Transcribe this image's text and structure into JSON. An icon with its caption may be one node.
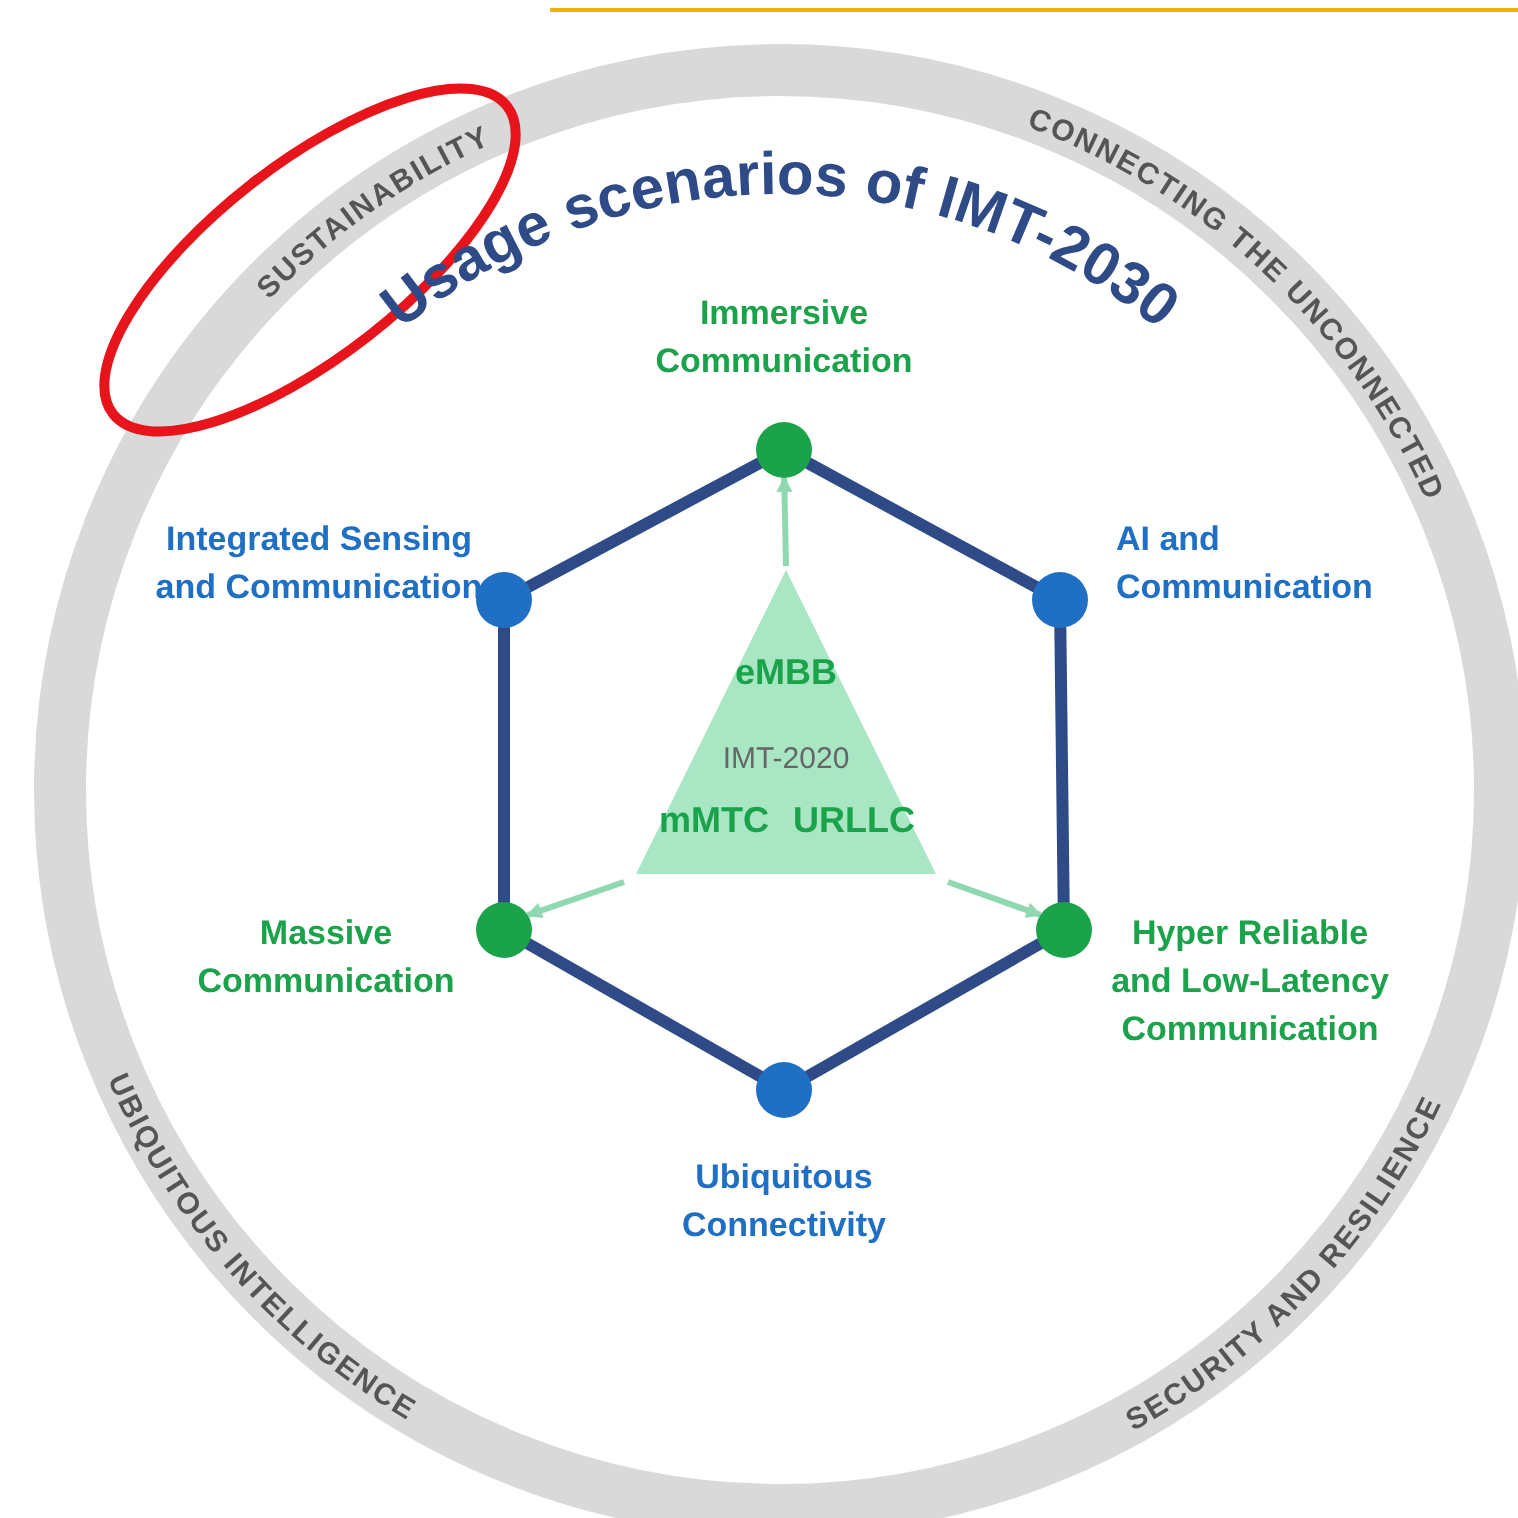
{
  "diagram": {
    "title": "Usage scenarios of IMT-2030",
    "nodes": [
      {
        "text": [
          "SUSTAINABILITY",
          "CONNECTING THE UNCONNECTED",
          "UBIQUITOUS INTELLIGENCE",
          "SECURITY AND RESILIENCE"
        ]
      },
      {
        "text": [
          "Immersive Communication"
        ],
        "in": 0
      },
      {
        "text": [
          "AI and Communication"
        ],
        "in": 0
      },
      {
        "text": [
          "Hyper Reliable and Low-Latency Communication"
        ],
        "in": 0
      },
      {
        "text": [
          "Ubiquitous Connectivity"
        ],
        "in": 0
      },
      {
        "text": [
          "Massive Communication"
        ],
        "in": 0
      },
      {
        "text": [
          "Integrated Sensing and Communication"
        ],
        "in": 0
      },
      {
        "text": [
          "eMBB",
          "IMT-2020",
          "mMTC",
          "URLLC"
        ],
        "in": 0
      }
    ],
    "edges": [
      {
        "from": 1,
        "to": 2,
        "arrow": "none"
      },
      {
        "from": 2,
        "to": 3,
        "arrow": "none"
      },
      {
        "from": 3,
        "to": 4,
        "arrow": "none"
      },
      {
        "from": 4,
        "to": 5,
        "arrow": "none"
      },
      {
        "from": 5,
        "to": 6,
        "arrow": "none"
      },
      {
        "from": 6,
        "to": 1,
        "arrow": "none"
      },
      {
        "from": 7,
        "to": 1,
        "arrow": "to",
        "color": "#8fd9b0"
      },
      {
        "from": 7,
        "to": 3,
        "arrow": "to",
        "color": "#8fd9b0"
      },
      {
        "from": 7,
        "to": 5,
        "arrow": "to",
        "color": "#8fd9b0"
      }
    ]
  }
}
